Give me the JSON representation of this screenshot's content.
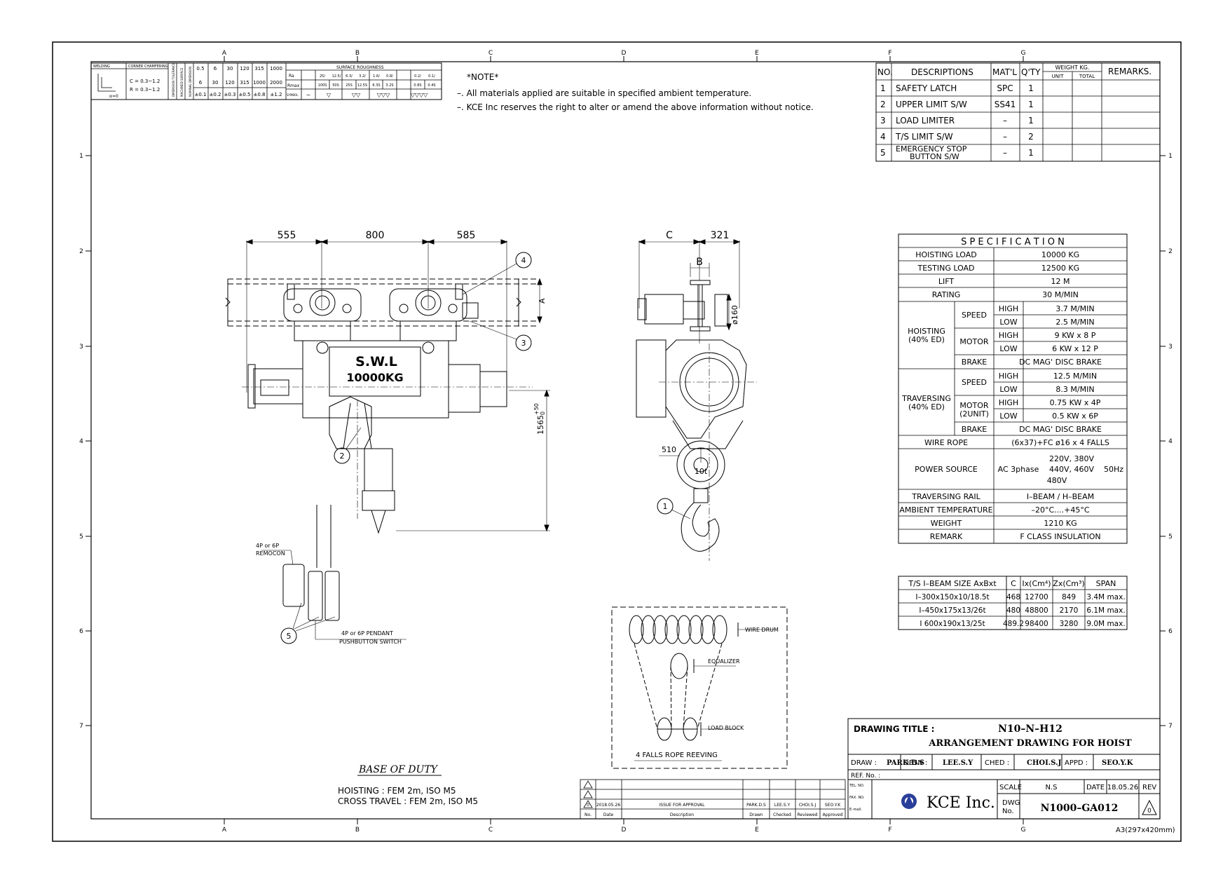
{
  "grid": {
    "cols": [
      "A",
      "B",
      "C",
      "D",
      "E",
      "F",
      "G"
    ],
    "rows": [
      "1",
      "2",
      "3",
      "4",
      "5",
      "6",
      "7"
    ]
  },
  "tolerance": {
    "welding": "WELDING",
    "corner_chamfering": "CORNER CHAMFERING",
    "c_value": "C = 0.3~1.2",
    "r_value": "R = 0.3~1.2",
    "alpha": "α=0",
    "dim_tol": "DIMENSION TOLERANCE",
    "machined": "MACHINED SURFACE",
    "nominal": "NOMINAL DIMENSION",
    "ranges_top": [
      "0.5",
      "6",
      "30",
      "120",
      "315",
      "1000"
    ],
    "ranges_bot": [
      "6",
      "30",
      "120",
      "315",
      "1000",
      "2000"
    ],
    "tols": [
      "±0.1",
      "±0.2",
      "±0.3",
      "±0.5",
      "±0.8",
      "±1.2"
    ],
    "sr_title": "SURFACE ROUGHNESS",
    "ra": "Ra",
    "rmax": "Rmax",
    "symbol": "SYMBOL",
    "ra_vals": [
      "25/",
      "12.5/",
      "6.3/",
      "3.2/",
      "1.6/",
      "0.8/",
      "0.2/",
      "0.1/"
    ],
    "rmax_vals": [
      "100S",
      "50S",
      "25S",
      "12.5S",
      "6.3S",
      "3.2S",
      "0.8S",
      "0.4S"
    ],
    "symbols": [
      "~",
      "▽",
      "▽▽",
      "▽▽▽",
      "▽▽▽▽"
    ]
  },
  "note": {
    "title": "*NOTE*",
    "line1": "–. All materials applied are suitable in specified ambient temperature.",
    "line2": "–. KCE Inc reserves the right to alter or amend the above information without notice."
  },
  "bom": {
    "headers": [
      "NO.",
      "DESCRIPTIONS",
      "MAT'L",
      "Q'TY",
      "WEIGHT KG.",
      "UNIT",
      "TOTAL",
      "REMARKS."
    ],
    "rows": [
      {
        "no": "1",
        "desc": "SAFETY LATCH",
        "mat": "SPC",
        "qty": "1"
      },
      {
        "no": "2",
        "desc": "UPPER LIMIT S/W",
        "mat": "SS41",
        "qty": "1"
      },
      {
        "no": "3",
        "desc": "LOAD LIMITER",
        "mat": "–",
        "qty": "1"
      },
      {
        "no": "4",
        "desc": "T/S LIMIT S/W",
        "mat": "–",
        "qty": "2"
      },
      {
        "no": "5",
        "desc": "EMERGENCY STOP",
        "desc2": "BUTTON S/W",
        "mat": "–",
        "qty": "1"
      }
    ]
  },
  "spec": {
    "title": "S P E C I F I C A T I O N",
    "hoisting_load": [
      "HOISTING  LOAD",
      "10000  KG"
    ],
    "testing_load": [
      "TESTING  LOAD",
      "12500  KG"
    ],
    "lift": [
      "LIFT",
      "12     M"
    ],
    "rating": [
      "RATING",
      "30    M/MIN"
    ],
    "hoisting": "HOISTING",
    "hoisting_ed": "(40% ED)",
    "speed": "SPEED",
    "motor": "MOTOR",
    "brake": "BRAKE",
    "high": "HIGH",
    "low": "LOW",
    "h_speed_high": "3.7   M/MIN",
    "h_speed_low": "2.5   M/MIN",
    "h_motor_high": "9 KW x 8 P",
    "h_motor_low": "6 KW x 12 P",
    "h_brake": "DC MAG' DISC BRAKE",
    "traversing": "TRAVERSING",
    "traversing_ed": "(40% ED)",
    "motor2unit": "(2UNIT)",
    "t_speed_high": "12.5   M/MIN",
    "t_speed_low": "8.3   M/MIN",
    "t_motor_high": "0.75 KW x 4P",
    "t_motor_low": "0.5 KW x 6P",
    "t_brake": "DC MAG' DISC BRAKE",
    "wire_rope": [
      "WIRE ROPE",
      "(6x37)+FC ø16 x 4 FALLS"
    ],
    "power_source": "POWER SOURCE",
    "ps_ac": "AC 3phase",
    "ps_v1": "220V, 380V",
    "ps_v2": "440V, 460V",
    "ps_v3": "480V",
    "ps_hz": "50Hz",
    "rail": [
      "TRAVERSING RAIL",
      "I–BEAM / H–BEAM"
    ],
    "ambient": [
      "AMBIENT TEMPERATURE",
      "–20°C....+45°C"
    ],
    "weight": [
      "WEIGHT",
      "1210    KG"
    ],
    "remark": [
      "REMARK",
      "F CLASS INSULATION"
    ]
  },
  "beam": {
    "headers": [
      "T/S I–BEAM SIZE AxBxt",
      "C",
      "Ix(Cm⁴)",
      "Zx(Cm³)",
      "SPAN"
    ],
    "rows": [
      [
        "I–300x150x10/18.5t",
        "468",
        "12700",
        "849",
        "3.4M max."
      ],
      [
        "I–450x175x13/26t",
        "480",
        "48800",
        "2170",
        "6.1M max."
      ],
      [
        "I 600x190x13/25t",
        "489.2",
        "98400",
        "3280",
        "9.0M max."
      ]
    ]
  },
  "front_view": {
    "dim_left": "555",
    "dim_mid": "800",
    "dim_right": "585",
    "dim_a": "A",
    "dim_height": "1565",
    "dim_tol": "+50",
    "dim_tol0": "0",
    "swl": "S.W.L",
    "swl_kg": "10000KG",
    "callouts": [
      "4",
      "3",
      "2",
      "5"
    ],
    "remocon": "4P or 6P",
    "remocon2": "REMOCON",
    "pendant": "4P or 6P PENDANT",
    "pendant2": "PUSHBUTTON SWITCH"
  },
  "side_view": {
    "dim_c": "C",
    "dim_321": "321",
    "dim_b": "B",
    "dim_160": "ø160",
    "dim_510": "510",
    "hook_label": "10t",
    "callout": "1"
  },
  "reeving": {
    "wire_drum": "WIRE DRUM",
    "equalizer": "EQUALIZER",
    "load_block": "LOAD BLOCK",
    "title": "4 FALLS ROPE REEVING"
  },
  "duty": {
    "title": "BASE OF DUTY",
    "hoisting": "HOISTING      : FEM 2m, ISO M5",
    "cross": "CROSS TRAVEL : FEM 2m, ISO M5"
  },
  "revision": {
    "date": "2018.05.26",
    "desc": "ISSUE FOR APPROVAL",
    "drawn": "PARK.D.S",
    "checked": "LEE.S.Y",
    "reviewed": "CHOI.S.J",
    "approved": "SEO.Y.K",
    "headers": [
      "No.",
      "Date",
      "Description",
      "Drawn",
      "Checked",
      "Reviewed",
      "Approved"
    ]
  },
  "title_block": {
    "drawing_title_label": "DRAWING TITLE :",
    "title1": "N10–N–H12",
    "title2": "ARRANGEMENT DRAWING FOR HOIST",
    "draw_label": "DRAW :",
    "draw": "PARK.D.S",
    "desn_label": "DESN :",
    "desn": "LEE.S.Y",
    "ched_label": "CHED :",
    "ched": "CHOI.S.J",
    "appd_label": "APPD :",
    "appd": "SEO.Y.K",
    "ref": "REF. No. :",
    "tel": "TEL. NO.",
    "fax": "FAX. NO.",
    "email": "E–mail.",
    "company": "KCE Inc.",
    "scale_label": "SCALE",
    "scale": "N.S",
    "date_label": "DATE",
    "date": "18.05.26",
    "rev_label": "REV",
    "dwg_label": "DWG",
    "dwg_no_label": "No.",
    "dwg_no": "N1000–GA012",
    "rev": "0",
    "sheet": "A3(297x420mm)"
  }
}
